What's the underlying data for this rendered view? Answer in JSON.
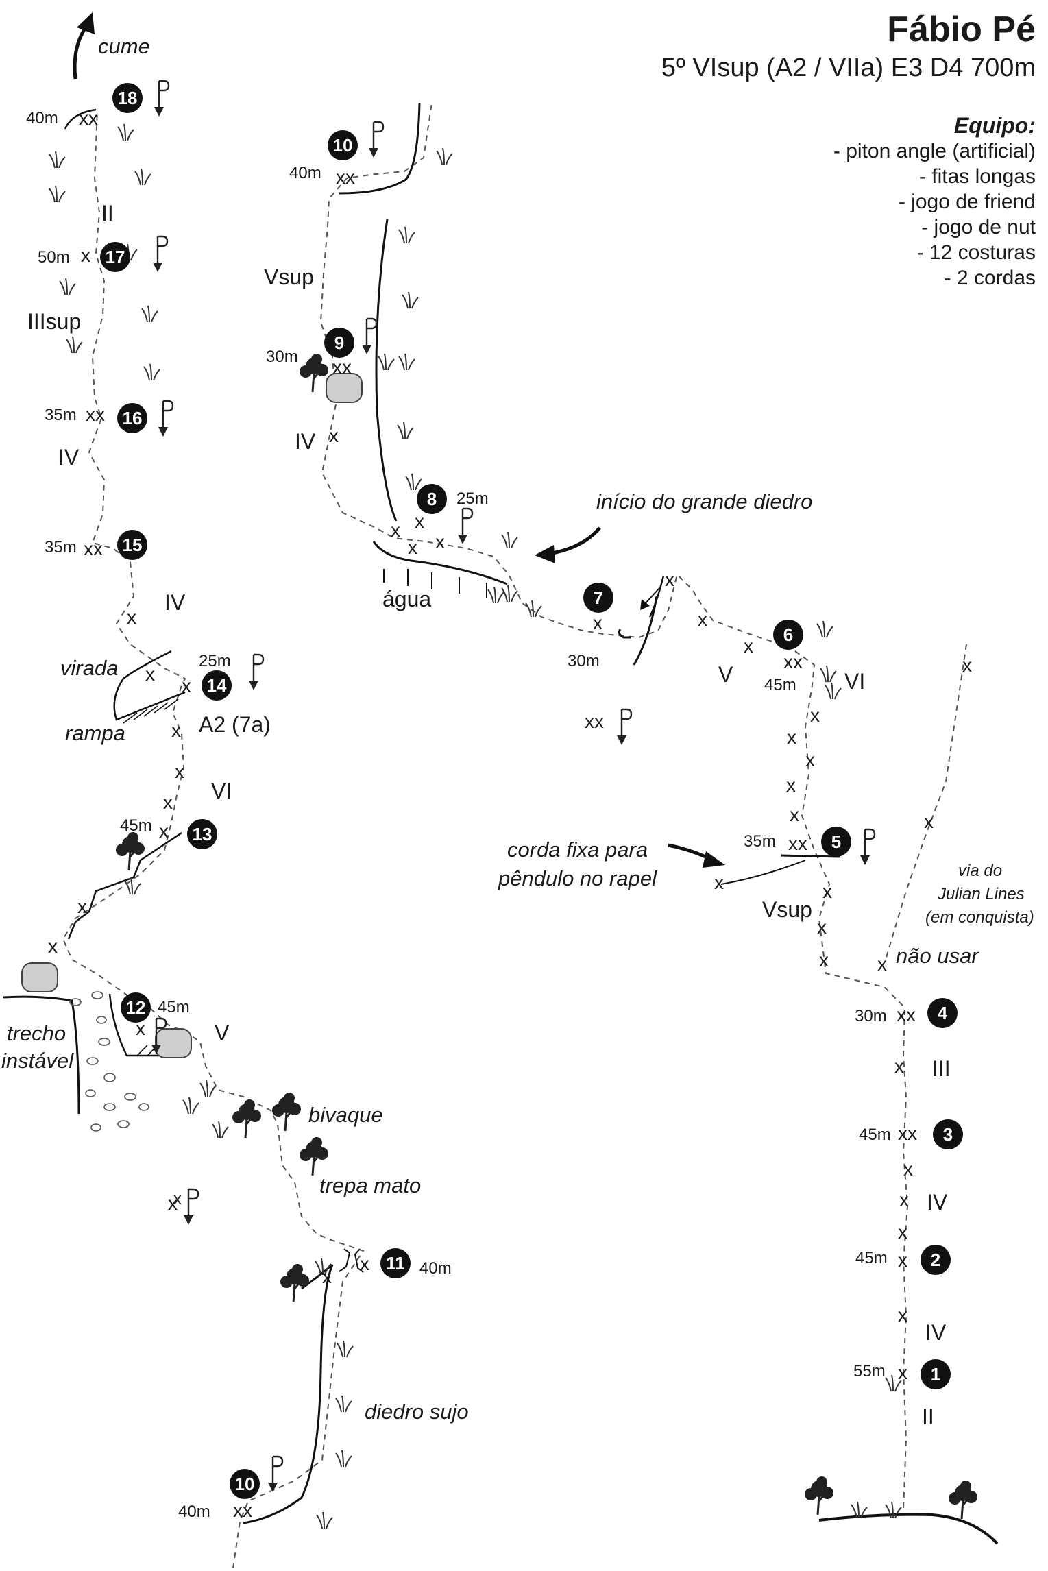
{
  "header": {
    "title": "Fábio Pé",
    "subtitle": "5º VIsup (A2 / VIIa) E3 D4 700m",
    "equipment_title": "Equipo:",
    "equipment": [
      "- piton angle (artificial)",
      "- fitas longas",
      "- jogo de friend",
      "- jogo de nut",
      "- 12 costuras",
      "- 2 cordas"
    ]
  },
  "belays": [
    {
      "n": "1",
      "len": "55m"
    },
    {
      "n": "2",
      "len": "45m"
    },
    {
      "n": "3",
      "len": "45m"
    },
    {
      "n": "4",
      "len": "30m"
    },
    {
      "n": "5",
      "len": "35m"
    },
    {
      "n": "6",
      "len": "45m"
    },
    {
      "n": "7",
      "len": "30m"
    },
    {
      "n": "8",
      "len": "25m"
    },
    {
      "n": "9",
      "len": "30m"
    },
    {
      "n": "10",
      "len": "40m"
    },
    {
      "n": "10",
      "len": "40m"
    },
    {
      "n": "11",
      "len": "40m"
    },
    {
      "n": "12",
      "len": "45m"
    },
    {
      "n": "13",
      "len": "45m"
    },
    {
      "n": "14",
      "len": "25m"
    },
    {
      "n": "15",
      "len": "35m"
    },
    {
      "n": "16",
      "len": "35m"
    },
    {
      "n": "17",
      "len": "50m"
    },
    {
      "n": "18",
      "len": "40m"
    }
  ],
  "grades": {
    "p1": "II",
    "p2": "IV",
    "p3": "IV",
    "p4": "III",
    "p5": "Vsup",
    "p6": "VI",
    "p7": "V",
    "p9": "IV",
    "p10": "Vsup",
    "p12": "V",
    "p13": "VI",
    "p14": "A2 (7a)",
    "p15": "IV",
    "p16": "IV",
    "p17": "IIIsup",
    "p18": "II"
  },
  "labels": {
    "summit": "cume",
    "dihedral_start": "início do grande diedro",
    "water": "água",
    "fixed_rope": "corda fixa para pêndulo no rapel",
    "fixed_rope_line1": "corda fixa para",
    "fixed_rope_line2": "pêndulo no rapel",
    "julian_line1": "via do",
    "julian_line2": "Julian Lines",
    "julian_line3": "(em conquista)",
    "do_not_use": "não usar",
    "unstable_line1": "trecho",
    "unstable_line2": "instável",
    "bivouac": "bivaque",
    "bush_climb": "trepa mato",
    "dirty_dihedral": "diedro sujo",
    "turn": "virada",
    "ramp": "rampa"
  },
  "marks": {
    "bolt": "x",
    "anchor": "xx",
    "rappel": "P"
  }
}
